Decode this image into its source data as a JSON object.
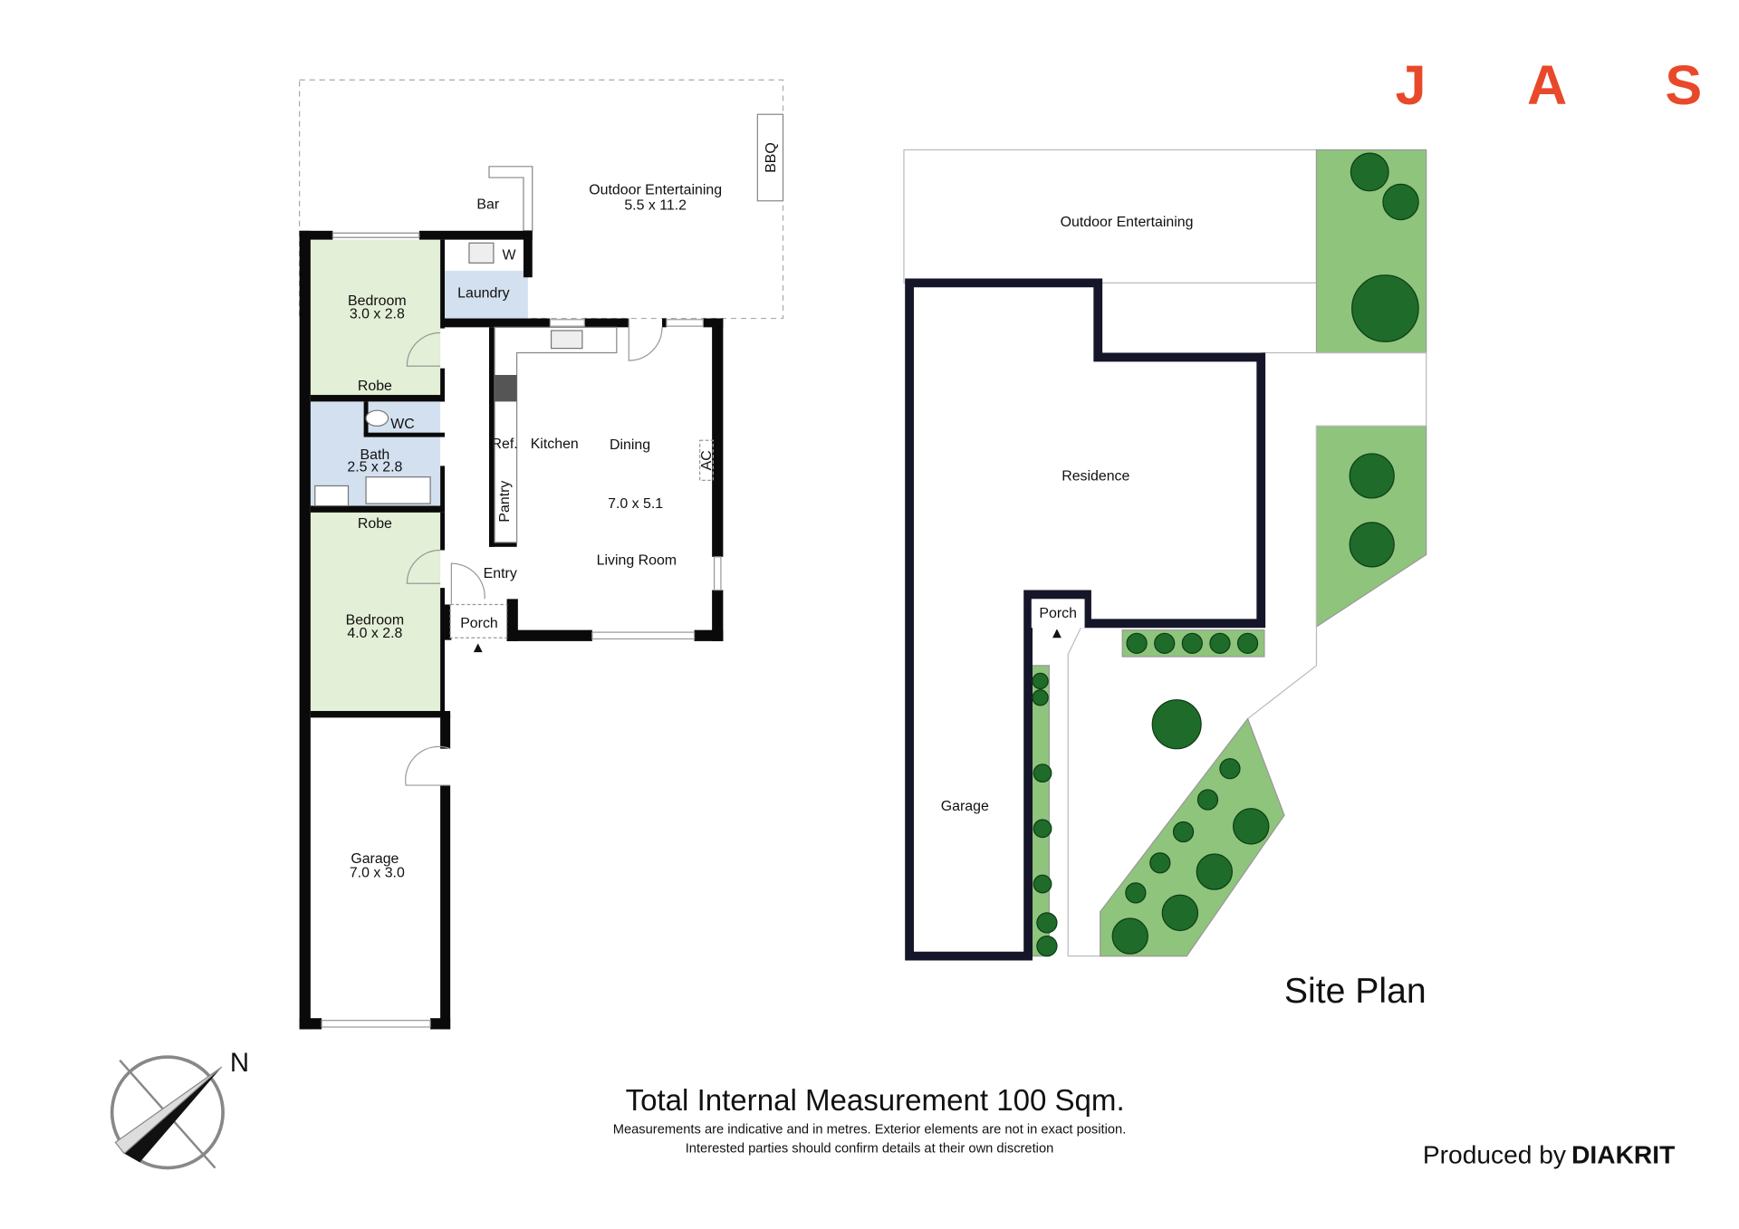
{
  "logo": {
    "letters": [
      "J",
      "A",
      "S"
    ],
    "color": "#e8492a"
  },
  "floor_plan": {
    "outdoor": {
      "name": "Outdoor Entertaining",
      "size": "5.5 x 11.2"
    },
    "bbq": "BBQ",
    "bar": "Bar",
    "w": "W",
    "laundry": "Laundry",
    "bedroom1": {
      "name": "Bedroom",
      "size": "3.0 x 2.8"
    },
    "robe1": "Robe",
    "wc": "WC",
    "bath": {
      "name": "Bath",
      "size": "2.5 x 2.8"
    },
    "robe2": "Robe",
    "bedroom2": {
      "name": "Bedroom",
      "size": "4.0 x 2.8"
    },
    "garage": {
      "name": "Garage",
      "size": "7.0 x 3.0"
    },
    "ref": "Ref.",
    "pantry": "Pantry",
    "kitchen": "Kitchen",
    "dining": "Dining",
    "ac": "AC",
    "living": {
      "name": "Living Room",
      "size": "7.0 x 5.1"
    },
    "entry": "Entry",
    "porch": "Porch",
    "north": "N"
  },
  "site_plan": {
    "title": "Site Plan",
    "outdoor": "Outdoor Entertaining",
    "residence": "Residence",
    "porch": "Porch",
    "garage": "Garage"
  },
  "footer": {
    "total": "Total Internal Measurement 100 Sqm.",
    "disclaimer1": "Measurements are indicative and in metres. Exterior elements are not in exact position.",
    "disclaimer2": "Interested parties should confirm details at their own discretion",
    "produced_by": "Produced by",
    "brand": "DIAKRIT"
  },
  "colors": {
    "bedroom": "#e3efd6",
    "wet": "#d3e0ef",
    "garden": "#8fc47c",
    "tree": "#1e6b2a",
    "outline": "#16162a"
  }
}
